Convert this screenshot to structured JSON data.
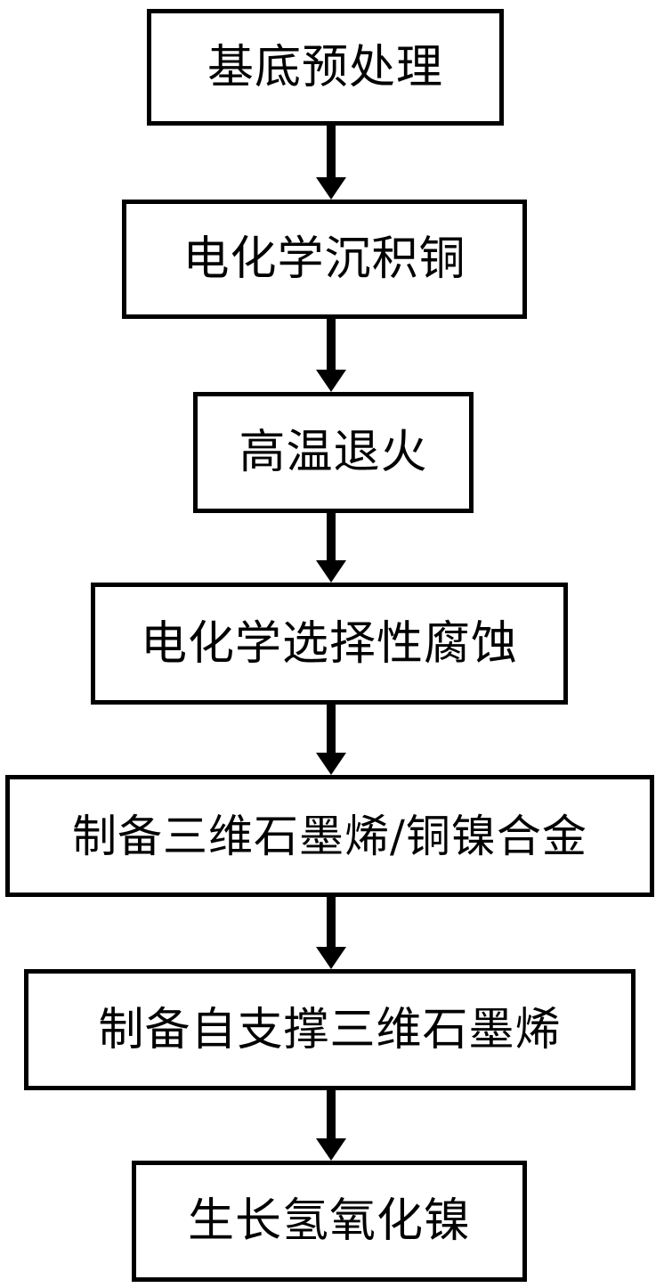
{
  "diagram": {
    "type": "flowchart",
    "orientation": "vertical-top-to-bottom",
    "background_color": "#ffffff",
    "stroke_color": "#000000",
    "text_color": "#000000",
    "nodes": [
      {
        "id": "step-1",
        "label": "基底预处理"
      },
      {
        "id": "step-2",
        "label": "电化学沉积铜"
      },
      {
        "id": "step-3",
        "label": "高温退火"
      },
      {
        "id": "step-4",
        "label": "电化学选择性腐蚀"
      },
      {
        "id": "step-5",
        "label": "制备三维石墨烯/铜镍合金"
      },
      {
        "id": "step-6",
        "label": "制备自支撑三维石墨烯"
      },
      {
        "id": "step-7",
        "label": "生长氢氧化镍"
      }
    ],
    "connectors": [
      {
        "id": "arrow-1",
        "from": "step-1",
        "to": "step-2",
        "marker": "arrow-down-icon"
      },
      {
        "id": "arrow-2",
        "from": "step-2",
        "to": "step-3",
        "marker": "arrow-down-icon"
      },
      {
        "id": "arrow-3",
        "from": "step-3",
        "to": "step-4",
        "marker": "arrow-down-icon"
      },
      {
        "id": "arrow-4",
        "from": "step-4",
        "to": "step-5",
        "marker": "arrow-down-icon"
      },
      {
        "id": "arrow-5",
        "from": "step-5",
        "to": "step-6",
        "marker": "arrow-down-icon"
      },
      {
        "id": "arrow-6",
        "from": "step-6",
        "to": "step-7",
        "marker": "arrow-down-icon"
      }
    ]
  }
}
